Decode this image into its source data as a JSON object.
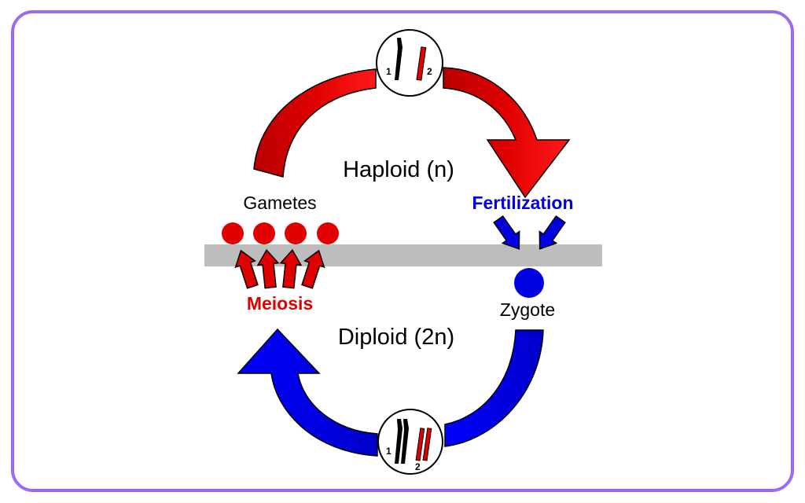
{
  "diagram": {
    "haploid_label": "Haploid (n)",
    "diploid_label": "Diploid (2n)",
    "gametes_label": "Gametes",
    "fertilization_label": "Fertilization",
    "meiosis_label": "Meiosis",
    "zygote_label": "Zygote",
    "top_cell": {
      "chromosome_1": "1",
      "chromosome_2": "2"
    },
    "bottom_cell": {
      "chromosome_1": "1",
      "chromosome_2": "2"
    }
  },
  "colors": {
    "frame": "#9b6cf0",
    "haploid_red": "#e00000",
    "diploid_blue": "#0000e0",
    "divider_gray": "#bdbdbd"
  }
}
